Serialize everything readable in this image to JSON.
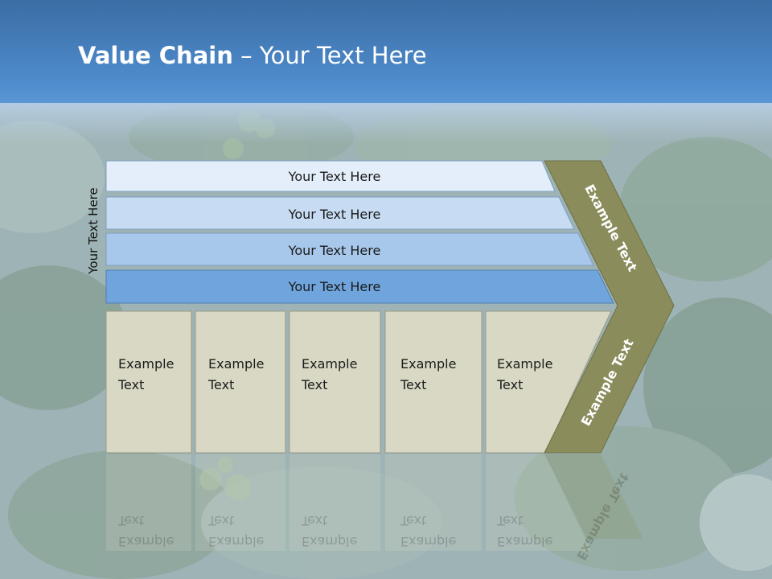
{
  "slide": {
    "title_bold": "Value Chain",
    "title_rest": " – Your Text Here"
  },
  "diagram": {
    "side_label": "Your Text Here",
    "rows": [
      {
        "label": "Your Text Here",
        "color": "#e3eefa"
      },
      {
        "label": "Your Text Here",
        "color": "#c7dbf2"
      },
      {
        "label": "Your Text Here",
        "color": "#a7c8ea"
      },
      {
        "label": "Your Text Here",
        "color": "#6fa5dc"
      }
    ],
    "boxes": [
      {
        "line1": "Example",
        "line2": "Text"
      },
      {
        "line1": "Example",
        "line2": "Text"
      },
      {
        "line1": "Example",
        "line2": "Text"
      },
      {
        "line1": "Example",
        "line2": "Text"
      },
      {
        "line1": "Example",
        "line2": "Text"
      }
    ],
    "chevron_top": "Example Text",
    "chevron_bottom": "Example Text",
    "colors": {
      "box": "#d8d8c4",
      "chevron": "#8a8c5c",
      "header": "#3f76b0"
    }
  }
}
